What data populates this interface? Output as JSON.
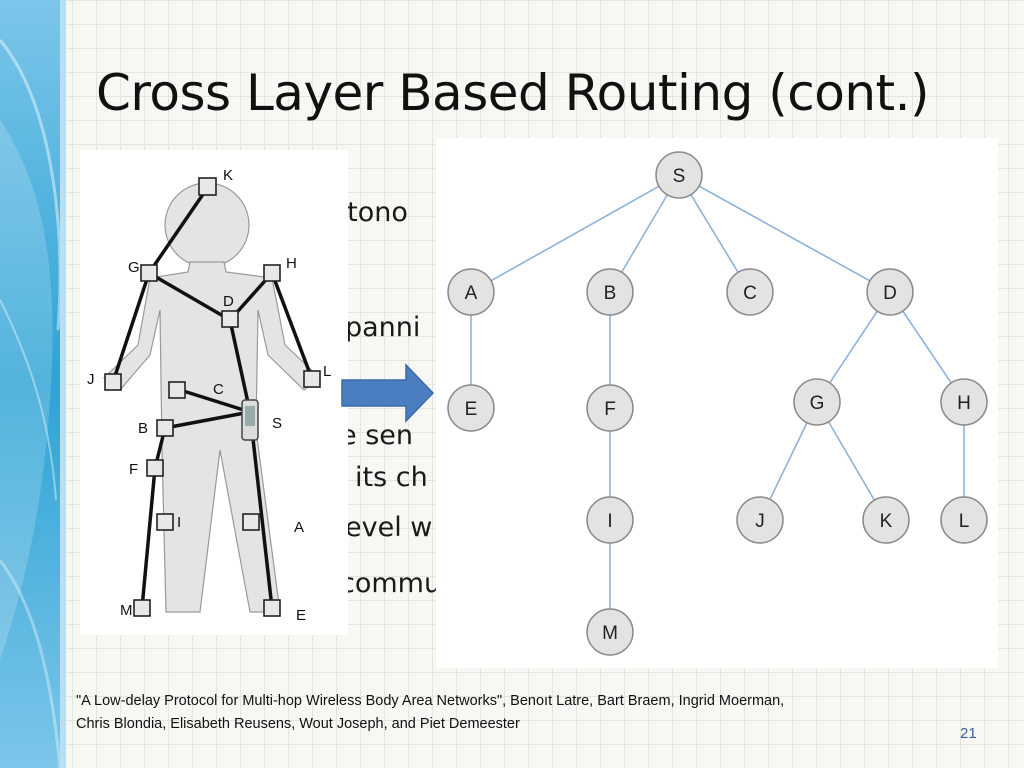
{
  "slide": {
    "title": "Cross Layer Based Routing (cont.)",
    "page_number": "21",
    "citation_line1": "\"A Low-delay Protocol for Multi-hop Wireless Body Area Networks\", Benoıt Latre, Bart Braem, Ingrid Moerman,",
    "citation_line2": "Chris Blondia, Elisabeth Reusens, Wout Joseph, and Piet Demeester"
  },
  "partial_bullets": [
    "utono",
    "panni",
    "e sen",
    "its ch",
    "evel w",
    "commu"
  ],
  "body_figure": {
    "labels": {
      "K": "K",
      "G": "G",
      "H": "H",
      "D": "D",
      "J": "J",
      "L": "L",
      "C": "C",
      "S": "S",
      "B": "B",
      "F": "F",
      "I": "I",
      "A": "A",
      "M": "M",
      "E": "E"
    }
  },
  "tree": {
    "nodes": {
      "S": "S",
      "A": "A",
      "B": "B",
      "C": "C",
      "D": "D",
      "E": "E",
      "F": "F",
      "G": "G",
      "H": "H",
      "I": "I",
      "J": "J",
      "K": "K",
      "L": "L",
      "M": "M"
    },
    "edges": [
      [
        "S",
        "A"
      ],
      [
        "S",
        "B"
      ],
      [
        "S",
        "C"
      ],
      [
        "S",
        "D"
      ],
      [
        "A",
        "E"
      ],
      [
        "B",
        "F"
      ],
      [
        "F",
        "I"
      ],
      [
        "I",
        "M"
      ],
      [
        "D",
        "G"
      ],
      [
        "D",
        "H"
      ],
      [
        "G",
        "J"
      ],
      [
        "G",
        "K"
      ],
      [
        "H",
        "L"
      ]
    ]
  },
  "colors": {
    "arrow": "#4a7ec0",
    "tree_edge": "#8fb2d9",
    "tree_node_fill": "#e3e3e3",
    "tree_node_stroke": "#8a8a8a",
    "body_fill": "#e4e4e4"
  }
}
